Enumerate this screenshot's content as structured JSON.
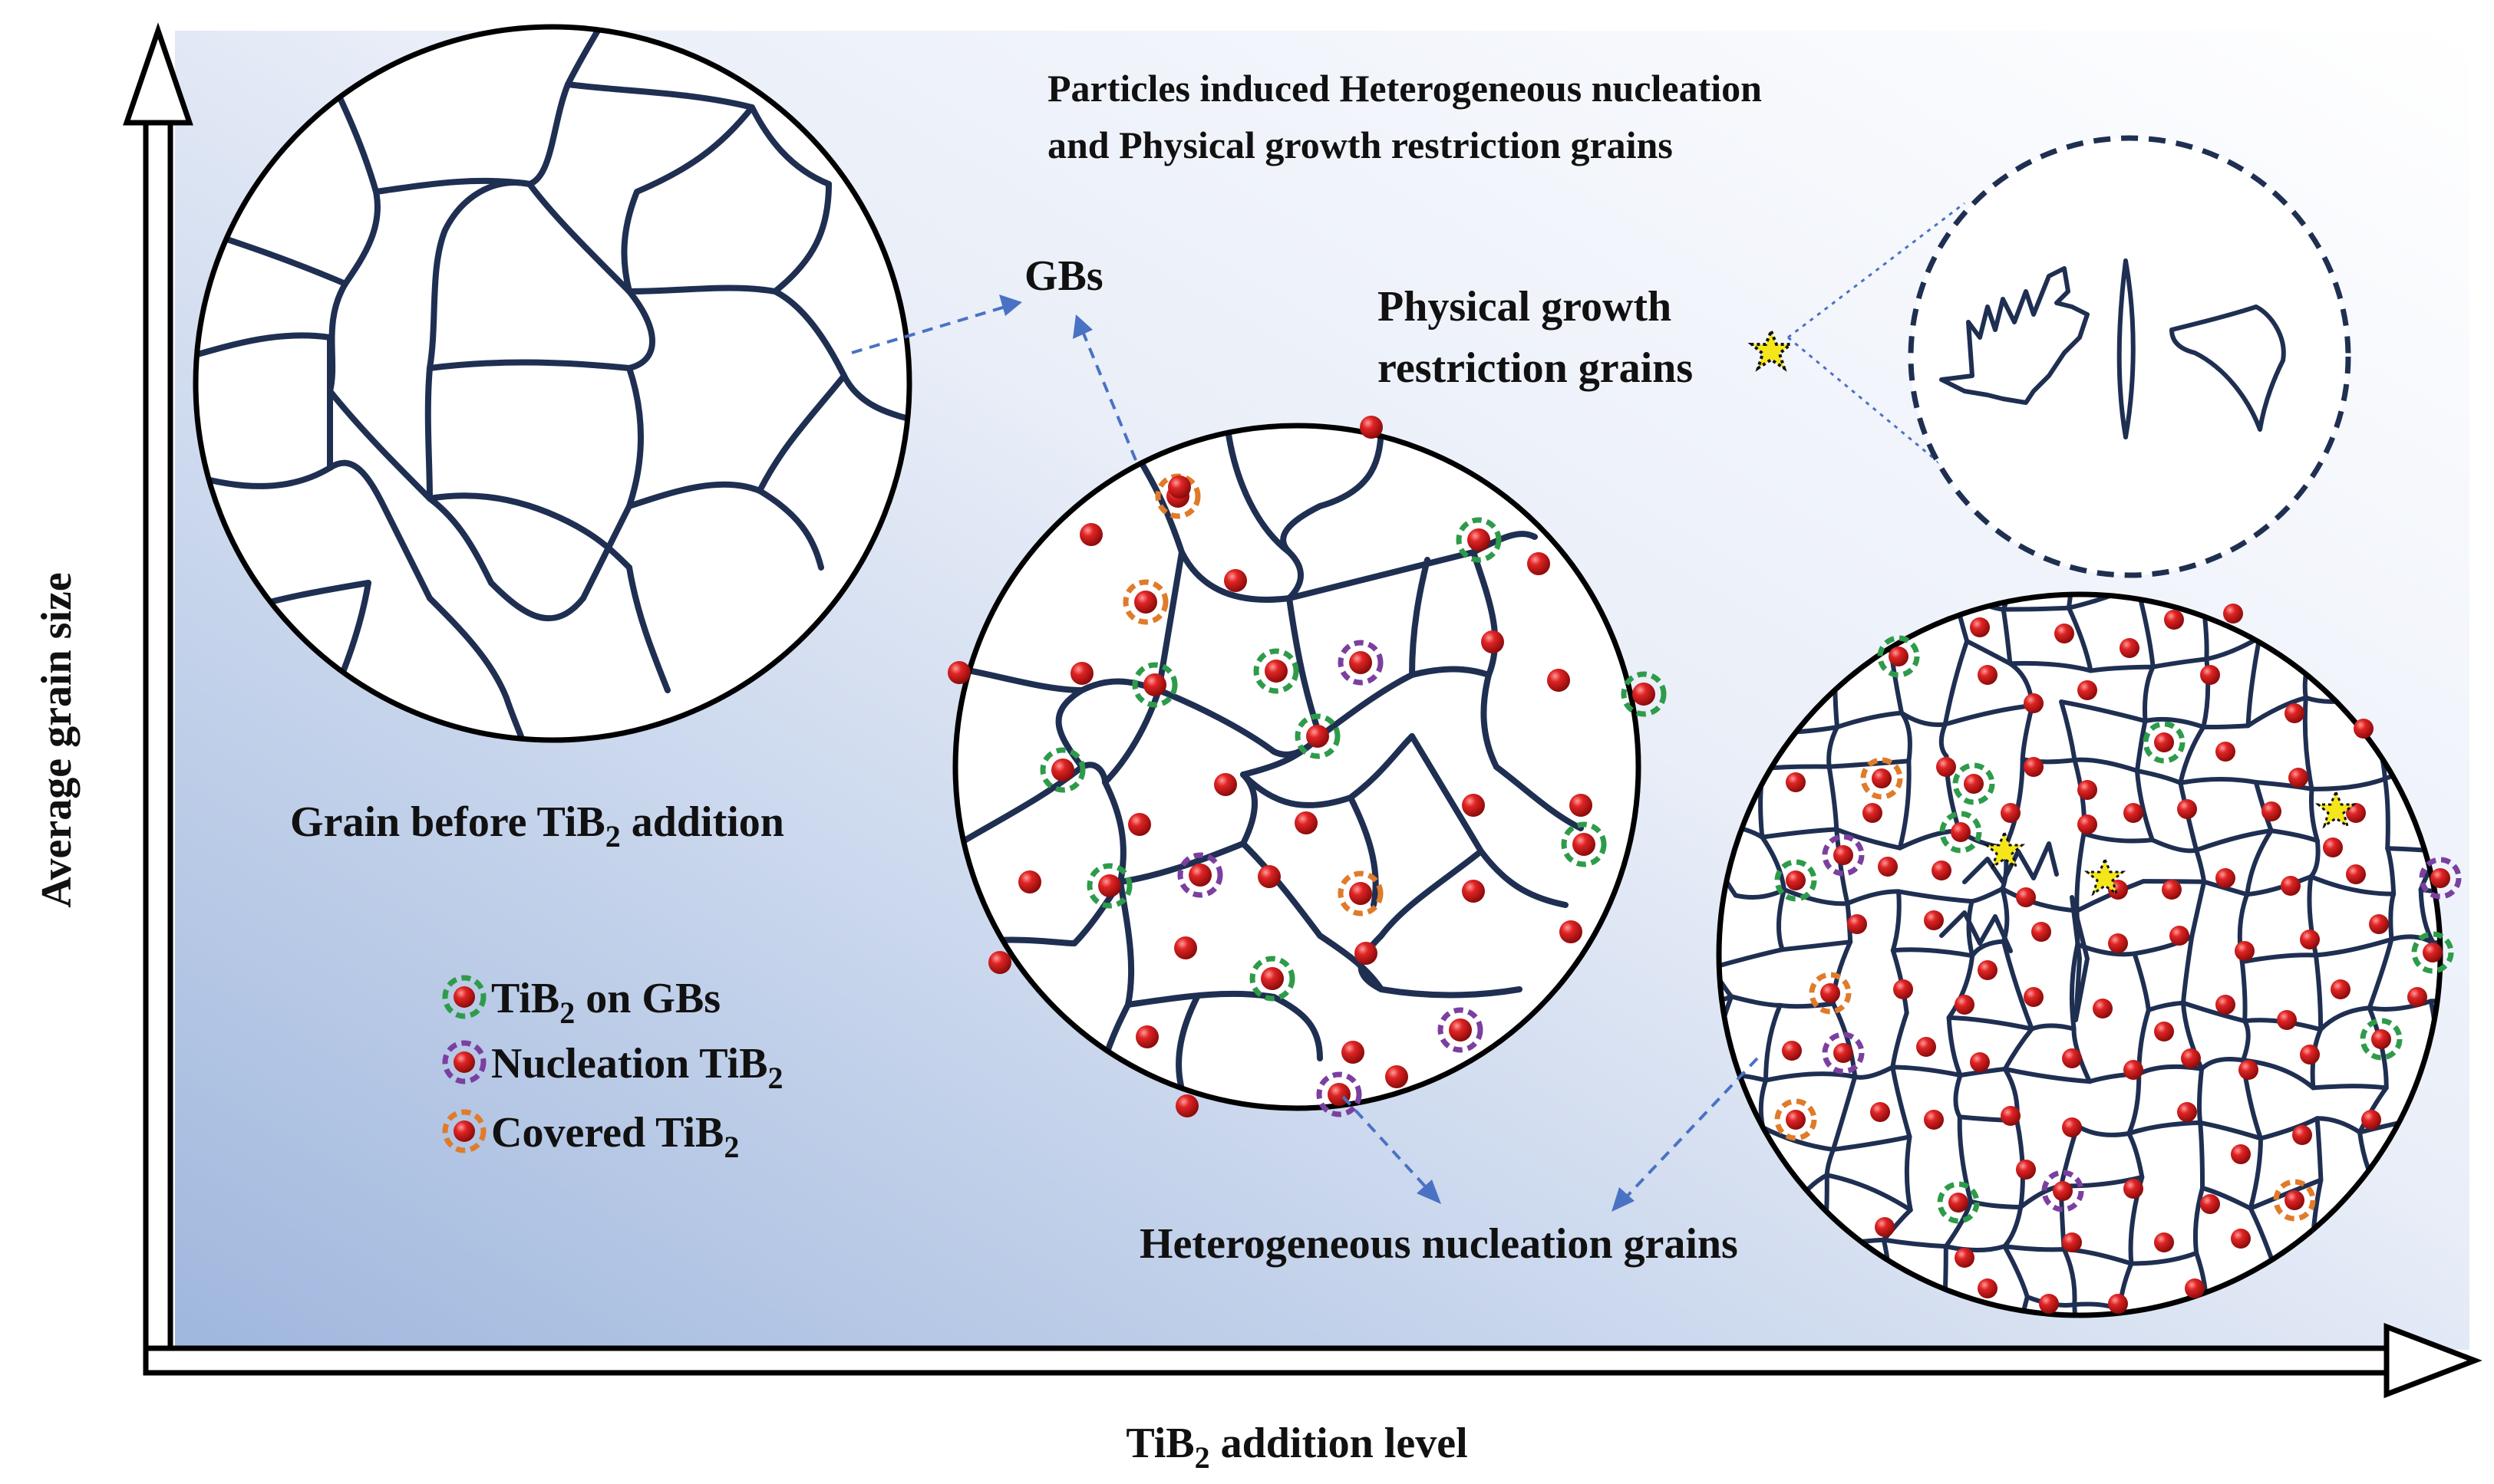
{
  "axes": {
    "y_label": "Average grain size",
    "x_label_prefix": "TiB",
    "x_label_sub": "2",
    "x_label_suffix": " addition level"
  },
  "header": {
    "line1": "Particles induced Heterogeneous nucleation",
    "line2": "and Physical growth restriction grains"
  },
  "labels": {
    "gbs": "GBs",
    "physical_line1": "Physical growth",
    "physical_line2": "restriction grains",
    "grain_before_prefix": "Grain before TiB",
    "grain_before_sub": "2",
    "grain_before_suffix": " addition",
    "hetero": "Heterogeneous nucleation grains"
  },
  "legend": [
    {
      "prefix": "TiB",
      "sub": "2",
      "suffix": " on GBs",
      "ring_color": "#2e9b4a"
    },
    {
      "prefix": "Nucleation TiB",
      "sub": "2",
      "suffix": "",
      "ring_color": "#7b3fa0"
    },
    {
      "prefix": "Covered TiB",
      "sub": "2",
      "suffix": "",
      "ring_color": "#e07b2a"
    }
  ],
  "colors": {
    "particle": "#d81e1e",
    "grain_boundary": "#1f2f52",
    "arrow": "#4a72c4",
    "star": "#f5e61a",
    "bg_gradient_top": "#ffffff",
    "bg_gradient_bottom": "#9fb7dd"
  },
  "icons": [
    "tib2-particle-icon",
    "physical-restriction-star-icon"
  ]
}
